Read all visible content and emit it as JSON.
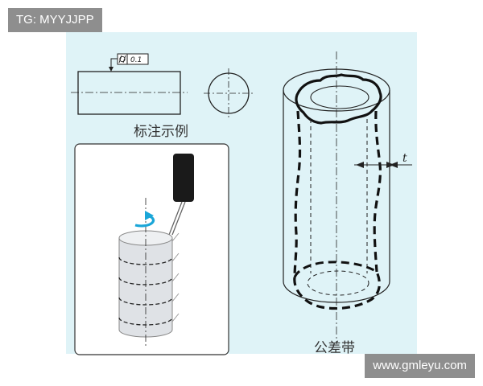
{
  "watermarks": {
    "top_left": "TG: MYYJJPP",
    "bottom_right": "www.gmleyu.com"
  },
  "labels": {
    "annotation_example": "标注示例",
    "tolerance_zone": "公差带",
    "tolerance_symbol": "/⃝/",
    "tolerance_value": "0.1",
    "tolerance_width": "t"
  },
  "colors": {
    "panel_bg": "#dff3f7",
    "rotation_arrow": "#1aa6d8",
    "line": "#222222"
  }
}
